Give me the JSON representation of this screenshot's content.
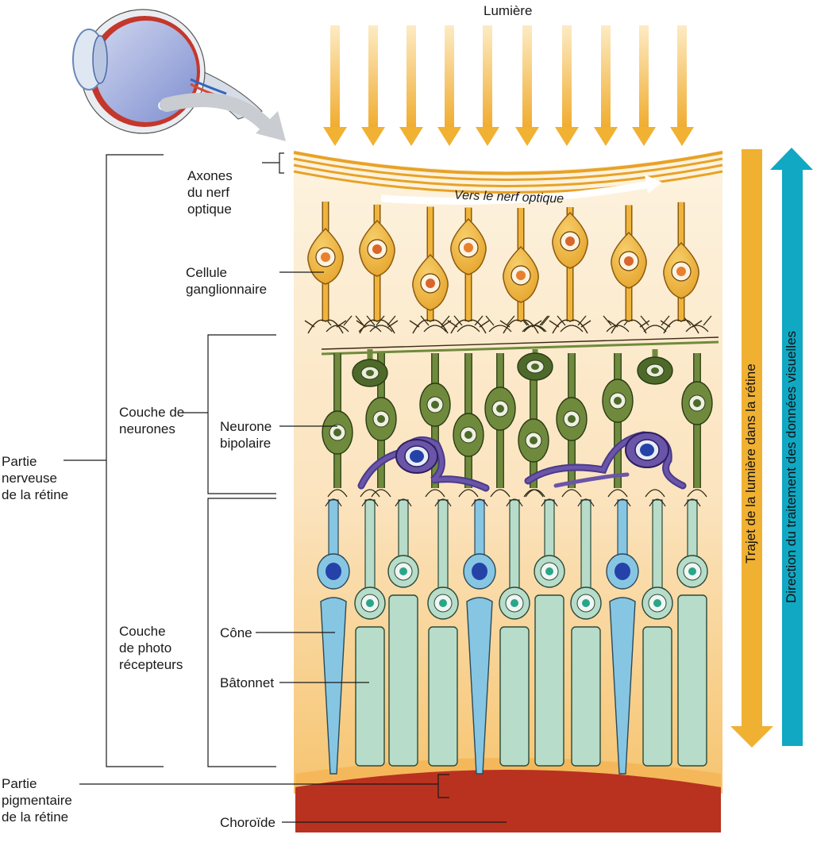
{
  "labels": {
    "light": "Lumière",
    "axons": [
      "Axones",
      "du nerf",
      "optique"
    ],
    "toward_nerve": "Vers le nerf optique",
    "ganglion": [
      "Cellule",
      "ganglionnaire"
    ],
    "neuron_layer": [
      "Couche de",
      "neurones"
    ],
    "bipolar": [
      "Neurone",
      "bipolaire"
    ],
    "nervous_part": [
      "Partie",
      "nerveuse",
      "de la rétine"
    ],
    "photo_layer": [
      "Couche",
      "de photo",
      "récepteurs"
    ],
    "cone": "Cône",
    "rod": "Bâtonnet",
    "pigment_part": [
      "Partie",
      "pigmentaire",
      "de la rétine"
    ],
    "choroid": "Choroïde",
    "light_path": "Trajet de la lumière dans la rétine",
    "processing_direction": "Direction du traitement des données visuelles"
  },
  "colors": {
    "light_arrow": "#f1b132",
    "process_arrow": "#0ea6c1",
    "retina_bg": "#fbe1b8",
    "ganglion": "#f0b43a",
    "bipolar": "#6f8a3d",
    "amacrine": "#6a55a8",
    "cone": "#86c6e3",
    "rod": "#b7dcc9",
    "choroid": "#b8321f"
  }
}
